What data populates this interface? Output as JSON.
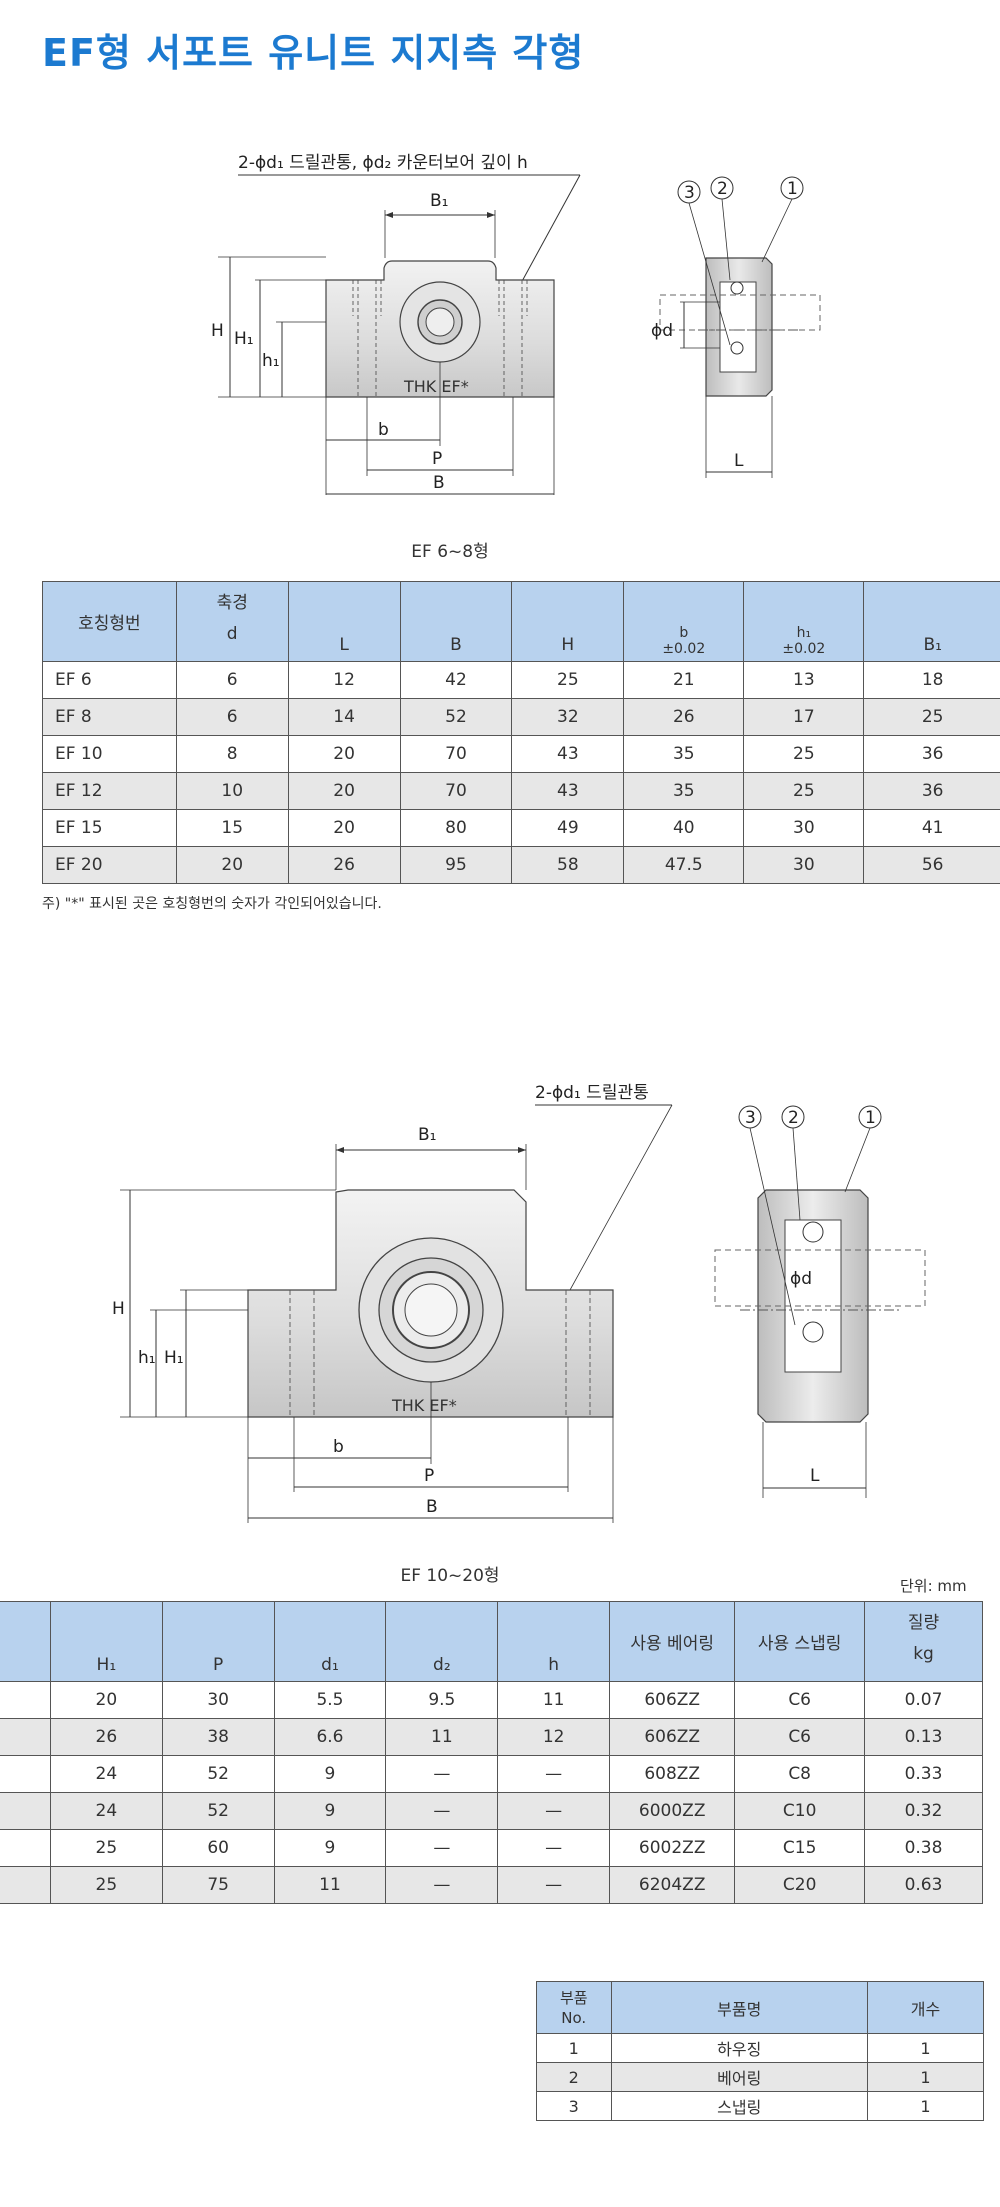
{
  "title": "EF형 서포트 유니트 지지측 각형",
  "diagram1": {
    "callout": "2-ϕd₁ 드릴관통, ϕd₂ 카운터보어 깊이 h",
    "marking": "THK EF*",
    "dims": {
      "B1": "B₁",
      "H": "H",
      "H1": "H₁",
      "h1": "h₁",
      "b": "b",
      "P": "P",
      "B": "B",
      "phid": "ϕd",
      "L": "L"
    },
    "balloons": [
      "3",
      "2",
      "1"
    ],
    "caption": "EF 6~8형"
  },
  "table1": {
    "headers": {
      "model": "호칭형번",
      "shaft_top": "축경",
      "shaft_bottom": "d",
      "L": "L",
      "B": "B",
      "H": "H",
      "b_top": "b",
      "b_bottom": "±0.02",
      "h1_top": "h₁",
      "h1_bottom": "±0.02",
      "B1": "B₁"
    },
    "rows": [
      {
        "model": "EF 6",
        "d": "6",
        "L": "12",
        "B": "42",
        "H": "25",
        "b": "21",
        "h1": "13",
        "B1": "18"
      },
      {
        "model": "EF 8",
        "d": "6",
        "L": "14",
        "B": "52",
        "H": "32",
        "b": "26",
        "h1": "17",
        "B1": "25"
      },
      {
        "model": "EF 10",
        "d": "8",
        "L": "20",
        "B": "70",
        "H": "43",
        "b": "35",
        "h1": "25",
        "B1": "36"
      },
      {
        "model": "EF 12",
        "d": "10",
        "L": "20",
        "B": "70",
        "H": "43",
        "b": "35",
        "h1": "25",
        "B1": "36"
      },
      {
        "model": "EF 15",
        "d": "15",
        "L": "20",
        "B": "80",
        "H": "49",
        "b": "40",
        "h1": "30",
        "B1": "41"
      },
      {
        "model": "EF 20",
        "d": "20",
        "L": "26",
        "B": "95",
        "H": "58",
        "b": "47.5",
        "h1": "30",
        "B1": "56"
      }
    ],
    "note": "주) \"*\" 표시된 곳은 호칭형번의 숫자가 각인되어있습니다."
  },
  "diagram2": {
    "callout": "2-ϕd₁ 드릴관통",
    "marking": "THK EF*",
    "dims": {
      "B1": "B₁",
      "H": "H",
      "h1": "h₁",
      "H1": "H₁",
      "b": "b",
      "P": "P",
      "B": "B",
      "phid": "ϕd",
      "L": "L"
    },
    "balloons": [
      "3",
      "2",
      "1"
    ],
    "caption": "EF 10~20형",
    "unit": "단위: mm"
  },
  "table2": {
    "headers": {
      "H1": "H₁",
      "P": "P",
      "d1": "d₁",
      "d2": "d₂",
      "h": "h",
      "bearing": "사용 베어링",
      "snapring": "사용 스냅링",
      "mass_top": "질량",
      "mass_bottom": "kg"
    },
    "rows": [
      {
        "H1": "20",
        "P": "30",
        "d1": "5.5",
        "d2": "9.5",
        "h": "11",
        "bearing": "606ZZ",
        "snapring": "C6",
        "mass": "0.07"
      },
      {
        "H1": "26",
        "P": "38",
        "d1": "6.6",
        "d2": "11",
        "h": "12",
        "bearing": "606ZZ",
        "snapring": "C6",
        "mass": "0.13"
      },
      {
        "H1": "24",
        "P": "52",
        "d1": "9",
        "d2": "—",
        "h": "—",
        "bearing": "608ZZ",
        "snapring": "C8",
        "mass": "0.33"
      },
      {
        "H1": "24",
        "P": "52",
        "d1": "9",
        "d2": "—",
        "h": "—",
        "bearing": "6000ZZ",
        "snapring": "C10",
        "mass": "0.32"
      },
      {
        "H1": "25",
        "P": "60",
        "d1": "9",
        "d2": "—",
        "h": "—",
        "bearing": "6002ZZ",
        "snapring": "C15",
        "mass": "0.38"
      },
      {
        "H1": "25",
        "P": "75",
        "d1": "11",
        "d2": "—",
        "h": "—",
        "bearing": "6204ZZ",
        "snapring": "C20",
        "mass": "0.63"
      }
    ]
  },
  "parts": {
    "headers": {
      "no_top": "부품",
      "no_bottom": "No.",
      "name": "부품명",
      "qty": "개수"
    },
    "rows": [
      {
        "no": "1",
        "name": "하우징",
        "qty": "1"
      },
      {
        "no": "2",
        "name": "베어링",
        "qty": "1"
      },
      {
        "no": "3",
        "name": "스냅링",
        "qty": "1"
      }
    ]
  }
}
